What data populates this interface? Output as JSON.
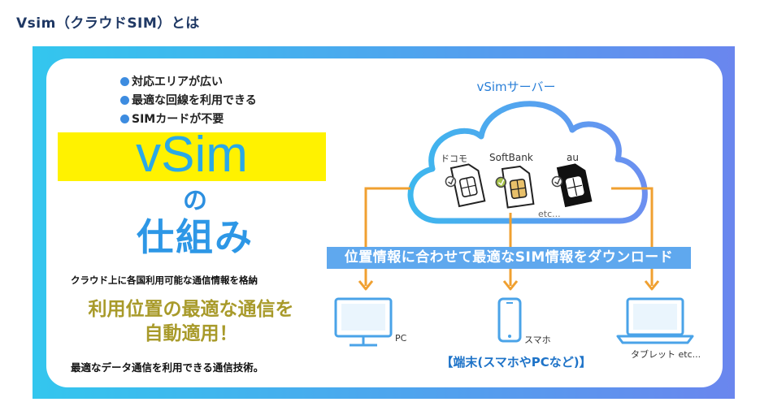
{
  "title": "Vsim（クラウドSIM）とは",
  "left": {
    "features": [
      "対応エリアが広い",
      "最適な回線を利用できる",
      "SIMカードが不要"
    ],
    "brand": "vSim",
    "particle": "の",
    "subtitle": "仕組み",
    "desc1": "クラウド上に各国利用可能な通信情報を格納",
    "headline_line1": "利用位置の最適な通信を",
    "headline_line2": "自動適用！",
    "desc2": "最適なデータ通信を利用できる通信技術。"
  },
  "diagram": {
    "server_label": "vSimサーバー",
    "carriers": [
      "ドコモ",
      "SoftBank",
      "au"
    ],
    "etc_label": "etc...",
    "banner": "位置情報に合わせて最適なSIM情報をダウンロード",
    "devices": {
      "pc": "PC",
      "phone": "スマホ",
      "tablet": "タブレット etc..."
    },
    "devices_caption": "【端末(スマホやPCなど)】"
  },
  "colors": {
    "title": "#1f3864",
    "frame_gradient_start": "#33c6ee",
    "frame_gradient_end": "#6a86ee",
    "highlight_yellow": "#fff200",
    "brand_blue": "#29a8e8",
    "arrow_orange": "#f0a030",
    "headline_gold": "#a89a2a"
  },
  "icons": [
    "cloud-icon",
    "sim-card-icon",
    "check-icon",
    "monitor-icon",
    "smartphone-icon",
    "laptop-icon",
    "arrow-down-icon"
  ]
}
